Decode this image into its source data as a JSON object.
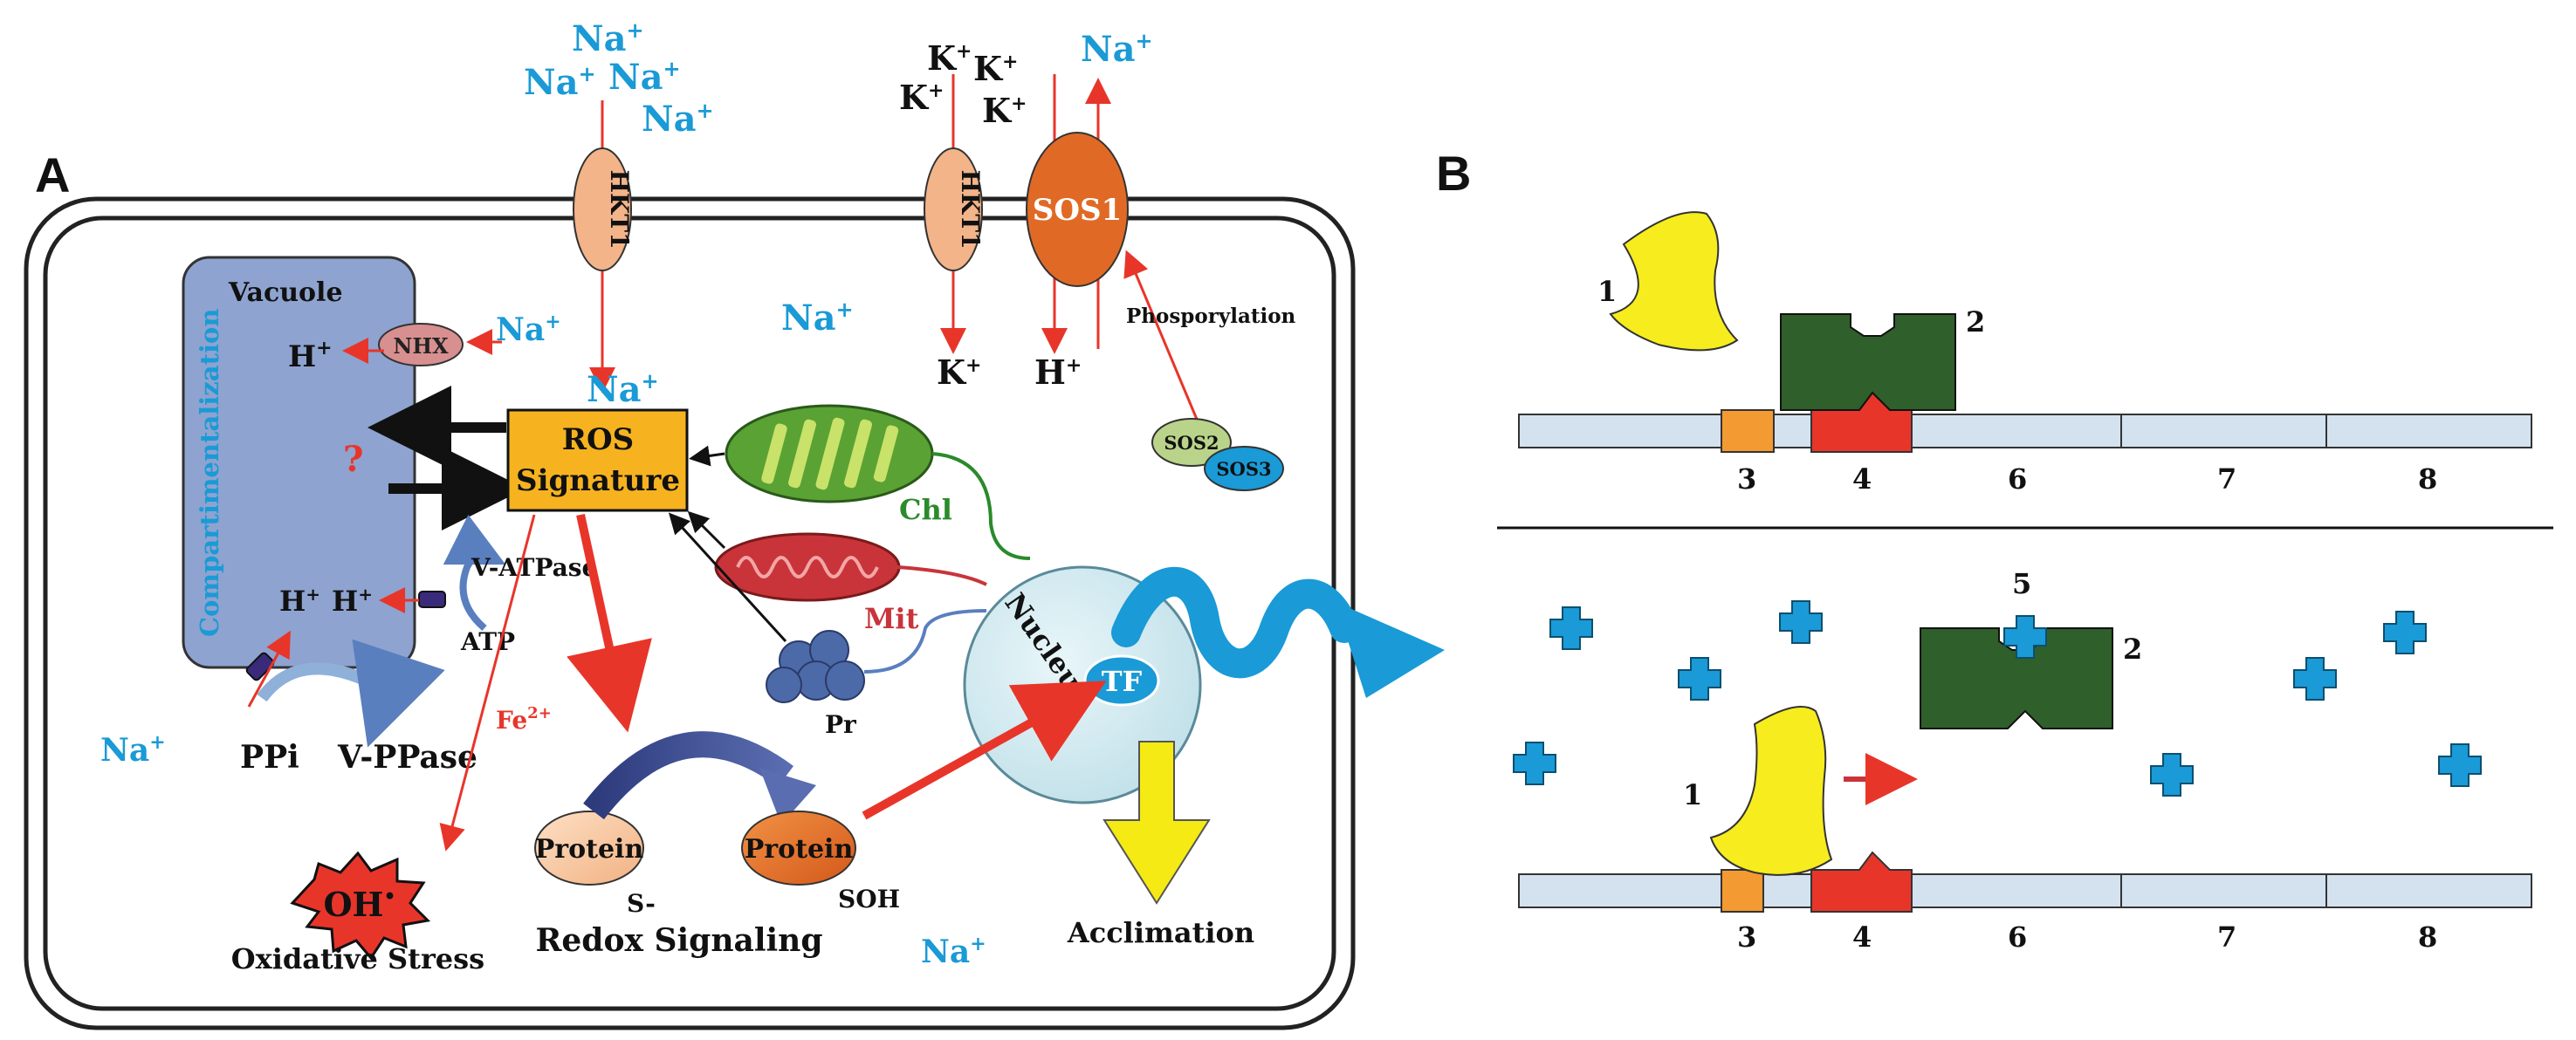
{
  "panel_a": {
    "label": "A",
    "vacuole": "Vacuole",
    "compartmentalization": "Compartimentalization",
    "nhx": "NHX",
    "question": "?",
    "ros": "ROS",
    "signature": "Signature",
    "hkt1": "HKT1",
    "sos1": "SOS1",
    "sos2": "SOS2",
    "sos3": "SOS3",
    "phosphorylation": "Phosporylation",
    "chl": "Chl",
    "mit": "Mit",
    "pr": "Pr",
    "nucleus": "Nucleus",
    "tf": "TF",
    "acclimation": "Acclimation",
    "v_atpase": "V-ATPase",
    "atp": "ATP",
    "ppi": "PPi",
    "v_ppase": "V-PPase",
    "fe": "Fe",
    "fe_sup": "2+",
    "oh": "OH",
    "oh_sup": "•",
    "oxidative_stress": "Oxidative Stress",
    "protein": "Protein",
    "s_minus": "S-",
    "soh": "SOH",
    "redox_signaling": "Redox Signaling",
    "na": "Na",
    "k": "K",
    "h": "H",
    "plus": "+",
    "colors": {
      "na_text": "#1a9ad6",
      "arrow_red": "#e8352a",
      "vacuole_fill": "#8ea3cf",
      "ros_box": "#f6b31f",
      "sos1": "#e06a25",
      "hkt1": "#f3b48a",
      "chloroplast": "#5aa234",
      "mitochondrion": "#c8343a",
      "nucleus": "#d3ecf1",
      "tf": "#1a9ad6",
      "acclimation_arrow": "#f5ea14"
    }
  },
  "panel_b": {
    "label": "B",
    "top": {
      "n1": "1",
      "n2": "2",
      "n3": "3",
      "n4": "4",
      "n6": "6",
      "n7": "7",
      "n8": "8"
    },
    "bottom": {
      "n1": "1",
      "n2": "2",
      "n3": "3",
      "n4": "4",
      "n5": "5",
      "n6": "6",
      "n7": "7",
      "n8": "8"
    },
    "colors": {
      "protein1": "#f7ec1d",
      "protein2": "#2f5f2a",
      "site3": "#f39a32",
      "site4": "#e8352a",
      "dna": "#d4e2ef",
      "ligand": "#1a9ad6"
    }
  }
}
